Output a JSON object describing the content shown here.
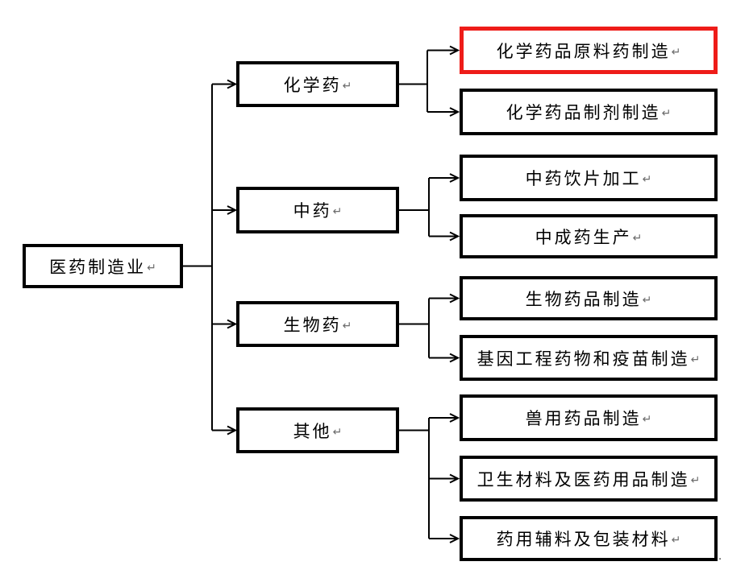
{
  "diagram": {
    "return_mark": "↵",
    "trailing_period": ".",
    "colors": {
      "box_border": "#000000",
      "highlight_border": "#ee1c19",
      "connector": "#000000",
      "background": "#ffffff",
      "return_mark": "#6b6b6b"
    },
    "root": {
      "label": "医药制造业"
    },
    "branches": [
      {
        "label": "化学药",
        "children": [
          {
            "label": "化学药品原料药制造",
            "highlighted": true
          },
          {
            "label": "化学药品制剂制造",
            "highlighted": false
          }
        ]
      },
      {
        "label": "中药",
        "children": [
          {
            "label": "中药饮片加工",
            "highlighted": false
          },
          {
            "label": "中成药生产",
            "highlighted": false
          }
        ]
      },
      {
        "label": "生物药",
        "children": [
          {
            "label": "生物药品制造",
            "highlighted": false
          },
          {
            "label": "基因工程药物和疫苗制造",
            "highlighted": false
          }
        ]
      },
      {
        "label": "其他",
        "children": [
          {
            "label": "兽用药品制造",
            "highlighted": false
          },
          {
            "label": "卫生材料及医药用品制造",
            "highlighted": false
          },
          {
            "label": "药用辅料及包装材料",
            "highlighted": false
          }
        ]
      }
    ]
  }
}
